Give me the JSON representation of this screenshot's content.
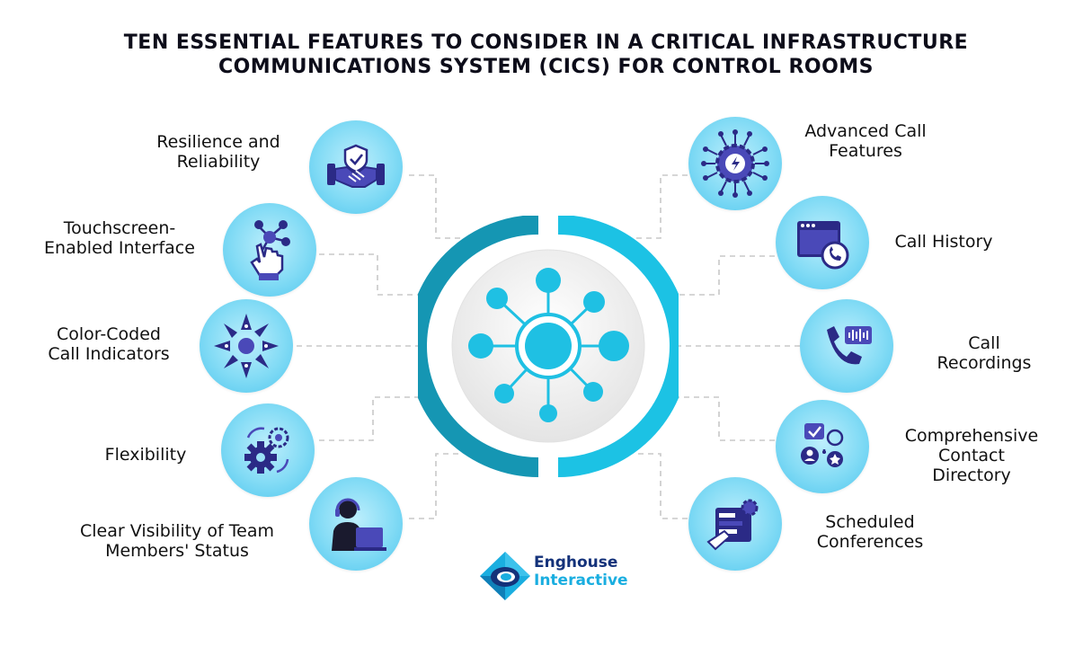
{
  "title": {
    "line1": "TEN ESSENTIAL FEATURES TO CONSIDER IN A CRITICAL INFRASTRUCTURE",
    "line2": "COMMUNICATIONS SYSTEM (CICS) FOR CONTROL ROOMS"
  },
  "features_left": [
    {
      "lines": [
        "Resilience and",
        "Reliability"
      ],
      "icon": "handshake-shield-icon"
    },
    {
      "lines": [
        "Touchscreen-",
        "Enabled Interface"
      ],
      "icon": "touch-hand-icon"
    },
    {
      "lines": [
        "Color-Coded",
        "Call Indicators"
      ],
      "icon": "hands-circle-icon"
    },
    {
      "lines": [
        "Flexibility"
      ],
      "icon": "gears-icon"
    },
    {
      "lines": [
        "Clear Visibility of Team",
        "Members' Status"
      ],
      "icon": "agent-headset-icon"
    }
  ],
  "features_right": [
    {
      "lines": [
        "Advanced Call",
        "Features"
      ],
      "icon": "circuit-gear-icon"
    },
    {
      "lines": [
        "Call History"
      ],
      "icon": "browser-phone-icon"
    },
    {
      "lines": [
        "Call Recordings"
      ],
      "icon": "phone-wave-icon"
    },
    {
      "lines": [
        "Comprehensive",
        "Contact Directory"
      ],
      "icon": "directory-icon"
    },
    {
      "lines": [
        "Scheduled",
        "Conferences"
      ],
      "icon": "conference-screen-icon"
    }
  ],
  "hub_icon": "network-hub-icon",
  "logo": {
    "line1": "Enghouse",
    "line2": "Interactive",
    "icon": "enghouse-logo-icon"
  },
  "colors": {
    "primary_teal": "#0f9fbd",
    "accent_cyan": "#1cc2e4",
    "circle_light": "#9be2f7",
    "icon_navy": "#2b2a86",
    "logo_navy": "#14327a"
  }
}
